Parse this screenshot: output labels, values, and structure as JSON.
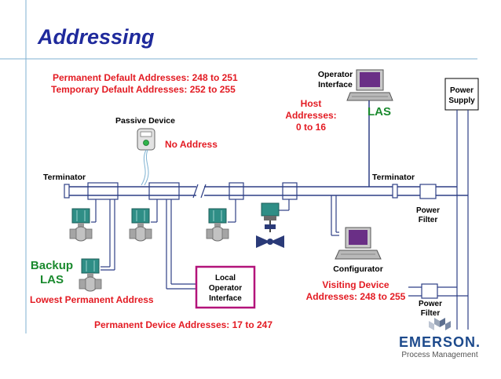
{
  "title": "Addressing",
  "colors": {
    "title": "#1f2a9c",
    "accent_red": "#e31b23",
    "accent_green": "#1a8a2e",
    "bus": "#2e3f86",
    "thin_line": "#7fb2d2",
    "device_teal": "#2f8e86",
    "loi_border": "#b3137a",
    "emerson_blue": "#1d4a8c"
  },
  "texts": {
    "perm_default": "Permanent Default Addresses: 248 to 251",
    "temp_default": "Temporary Default Addresses:  252 to 255",
    "passive_device": "Passive Device",
    "no_address": "No Address",
    "host_1": "Host",
    "host_2": "Addresses:",
    "host_3": "0 to 16",
    "operator_1": "Operator",
    "operator_2": "Interface",
    "las": "LAS",
    "power_supply_1": "Power",
    "power_supply_2": "Supply",
    "terminator_left": "Terminator",
    "terminator_right": "Terminator",
    "power_filter_1a": "Power",
    "power_filter_1b": "Filter",
    "backup_1": "Backup",
    "backup_2": "LAS",
    "lowest_perm": "Lowest Permanent Address",
    "loi_1": "Local",
    "loi_2": "Operator",
    "loi_3": "Interface",
    "configurator": "Configurator",
    "visiting_1": "Visiting Device",
    "visiting_2": "Addresses: 248 to 255",
    "power_filter_2a": "Power",
    "power_filter_2b": "Filter",
    "perm_device": "Permanent Device Addresses: 17 to 247",
    "emerson": "EMERSON.",
    "process_mgmt": "Process Management"
  }
}
